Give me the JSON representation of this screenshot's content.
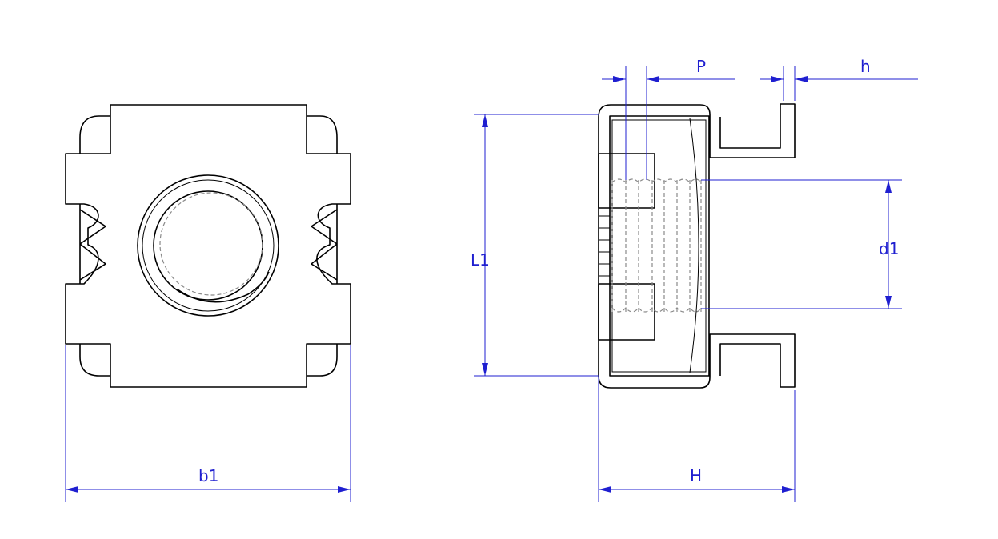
{
  "labels": {
    "b1": "b1",
    "L1": "L1",
    "d1": "d1",
    "H": "H",
    "P": "P",
    "h": "h"
  },
  "colors": {
    "outline": "#000000",
    "dimension": "#1f1fd0",
    "hidden_line": "#8a8a8a",
    "background": "#ffffff"
  }
}
